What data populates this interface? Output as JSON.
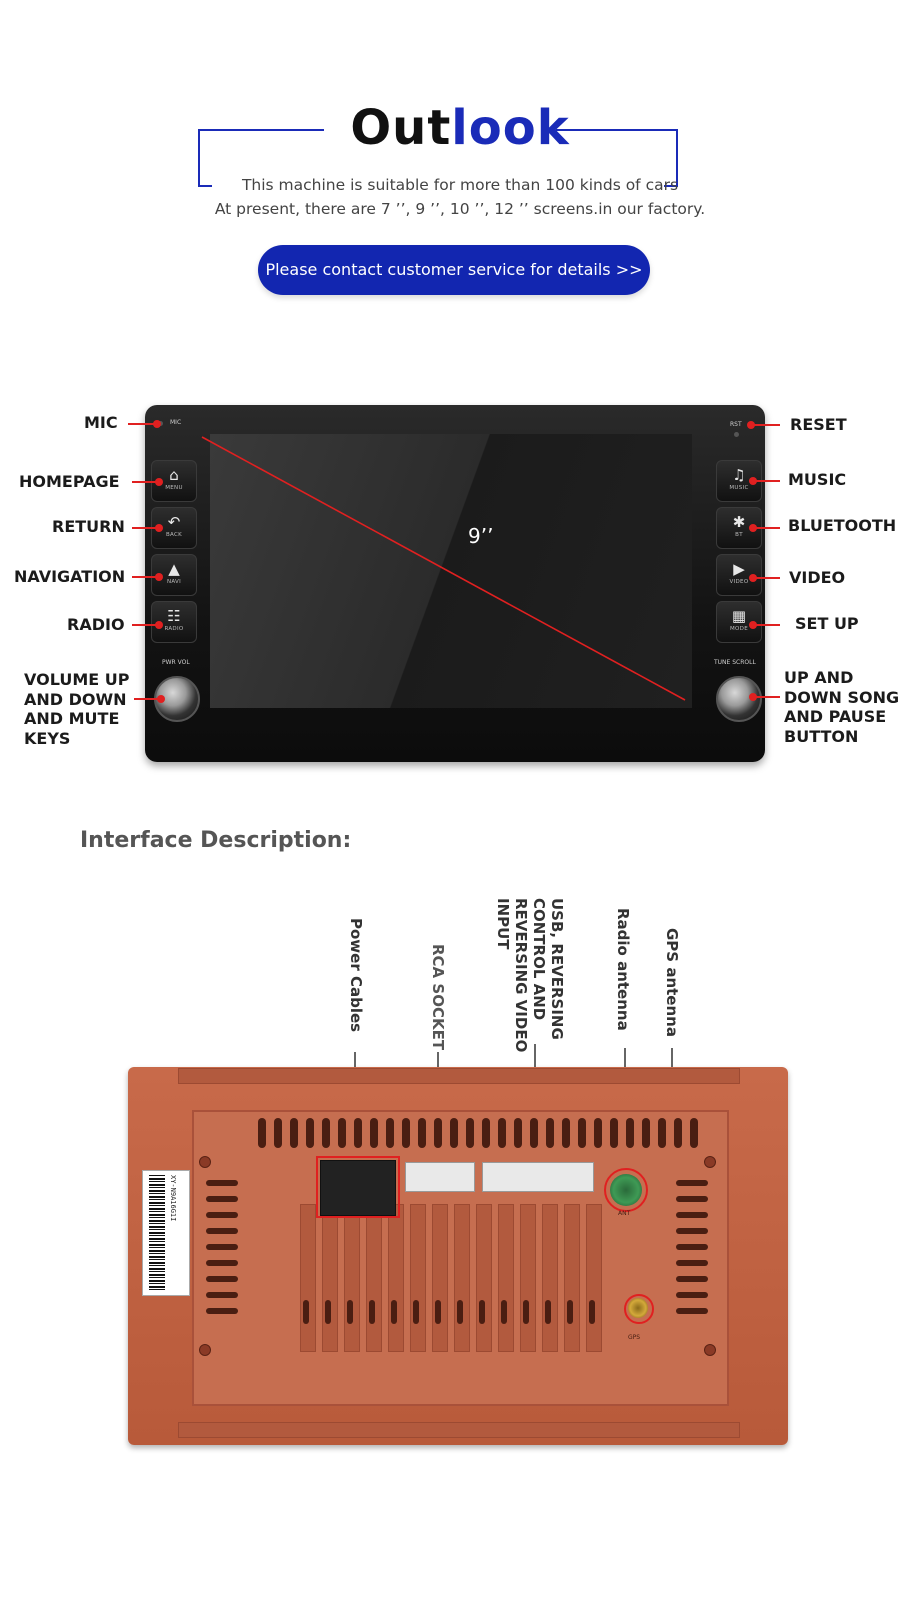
{
  "header": {
    "title_part1": "Out",
    "title_part2": "look",
    "line1": "This machine is suitable for more than 100 kinds of cars",
    "line2": "At present, there are 7 ’’, 9 ’’, 10 ’’, 12 ’’ screens.in our factory.",
    "cta_label": "Please contact customer service for details >>"
  },
  "front": {
    "screen_size": "9’’",
    "labels_left": [
      "MIC",
      "HOMEPAGE",
      "RETURN",
      "NAVIGATION",
      "RADIO",
      "VOLUME UP AND DOWN AND MUTE KEYS"
    ],
    "labels_right": [
      "RESET",
      "MUSIC",
      "BLUETOOTH",
      "VIDEO",
      "SET UP",
      "UP AND DOWN SONG AND PAUSE BUTTON"
    ],
    "keys_left": [
      {
        "icon": "home-icon",
        "glyph": "⌂",
        "label": "MENU"
      },
      {
        "icon": "back-icon",
        "glyph": "↶",
        "label": "BACK"
      },
      {
        "icon": "navigation-icon",
        "glyph": "▲",
        "label": "NAVI"
      },
      {
        "icon": "radio-icon",
        "glyph": "☷",
        "label": "RADIO"
      }
    ],
    "keys_right": [
      {
        "icon": "music-icon",
        "glyph": "♫",
        "label": "MUSIC"
      },
      {
        "icon": "bluetooth-icon",
        "glyph": "✱",
        "label": "BT"
      },
      {
        "icon": "play-icon",
        "glyph": "▶",
        "label": "VIDEO"
      },
      {
        "icon": "grid-icon",
        "glyph": "▦",
        "label": "MODE"
      }
    ],
    "mic_text": "MIC",
    "rst_text": "RST",
    "pwr_text": "PWR  VOL",
    "tune_text": "TUNE  SCROLL",
    "accent_color": "#e02020"
  },
  "interface": {
    "title": "Interface Description:",
    "labels": [
      "Power Cables",
      "RCA SOCKET",
      "USB, REVERSING CONTROL AND REVERSING VIDEO INPUT",
      "Radio antenna",
      "GPS antenna"
    ],
    "barcode_text": "XY-N9A16G1I",
    "ant_text": "ANT",
    "gps_text": "GPS"
  },
  "colors": {
    "brand_blue": "#1a2bb8",
    "back_panel": "#c86a4a"
  }
}
